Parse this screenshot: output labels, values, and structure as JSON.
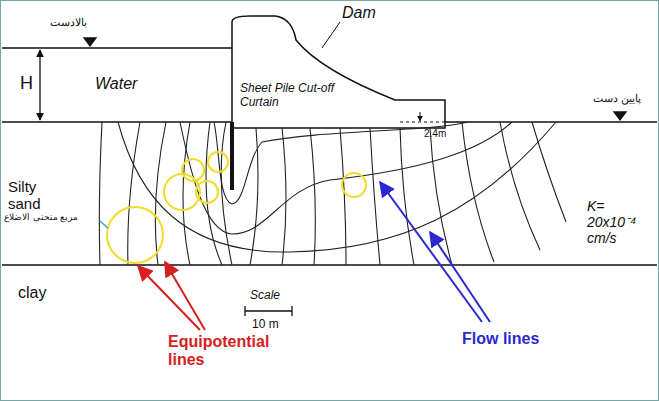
{
  "diagram": {
    "labels": [
      "بالادست",
      "H",
      "Water",
      "Dam",
      "Sheet Pile Cut-off Curtain",
      "2.4m",
      "پایین دست",
      "Silty sand",
      "مربع منحنی الاضلاع",
      "K= 20x10⁻⁴ cm/s",
      "clay",
      "Scale",
      "10 m",
      "Equipotential lines",
      "Flow lines"
    ]
  }
}
